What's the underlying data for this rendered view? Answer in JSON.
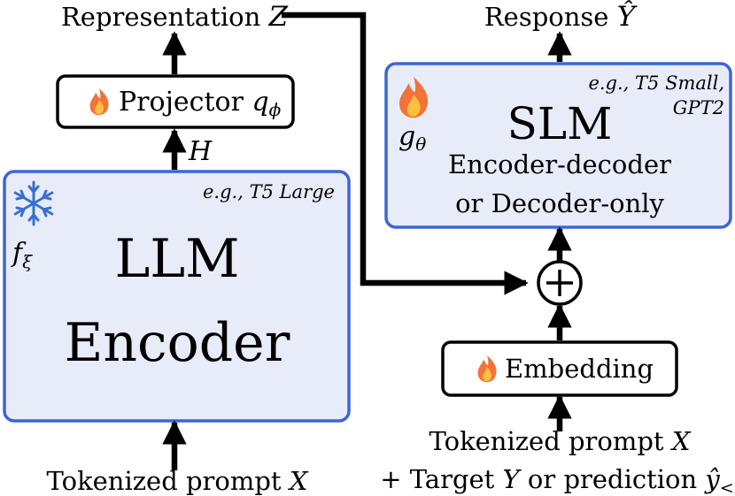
{
  "llm": {
    "title_line1": "LLM",
    "title_line2": "Encoder",
    "example": "e.g., T5 Large",
    "symbol": "f",
    "symbol_sub": "ξ",
    "status_icon": "snowflake-icon"
  },
  "projector": {
    "label": "Projector",
    "symbol": "q",
    "symbol_sub": "ϕ",
    "status_icon": "flame-icon"
  },
  "slm": {
    "title": "SLM",
    "line1": "Encoder-decoder",
    "line2": "or Decoder-only",
    "example_line1": "e.g., T5 Small,",
    "example_line2": "GPT2",
    "symbol": "g",
    "symbol_sub": "θ",
    "status_icon": "flame-icon"
  },
  "embedding": {
    "label": "Embedding",
    "status_icon": "flame-icon"
  },
  "labels": {
    "hidden": "H",
    "representation": "Representation",
    "representation_var": "Z",
    "response": "Response",
    "response_var": "Ŷ",
    "input_llm": "Tokenized prompt",
    "input_llm_var": "X",
    "input_slm_line1": "Tokenized prompt",
    "input_slm_line1_var": "X",
    "input_slm_line2_a": "+ Target",
    "input_slm_line2_var": "Y",
    "input_slm_line2_b": "or prediction",
    "input_slm_line2_pred": "ŷ",
    "input_slm_line2_pred_sub": "<i"
  },
  "colors": {
    "box_fill": "#e8ecf9",
    "box_border": "#3a66d6",
    "flame_outer": "#f2733a",
    "flame_inner": "#fbc040",
    "snowflake": "#3a6fd0"
  }
}
